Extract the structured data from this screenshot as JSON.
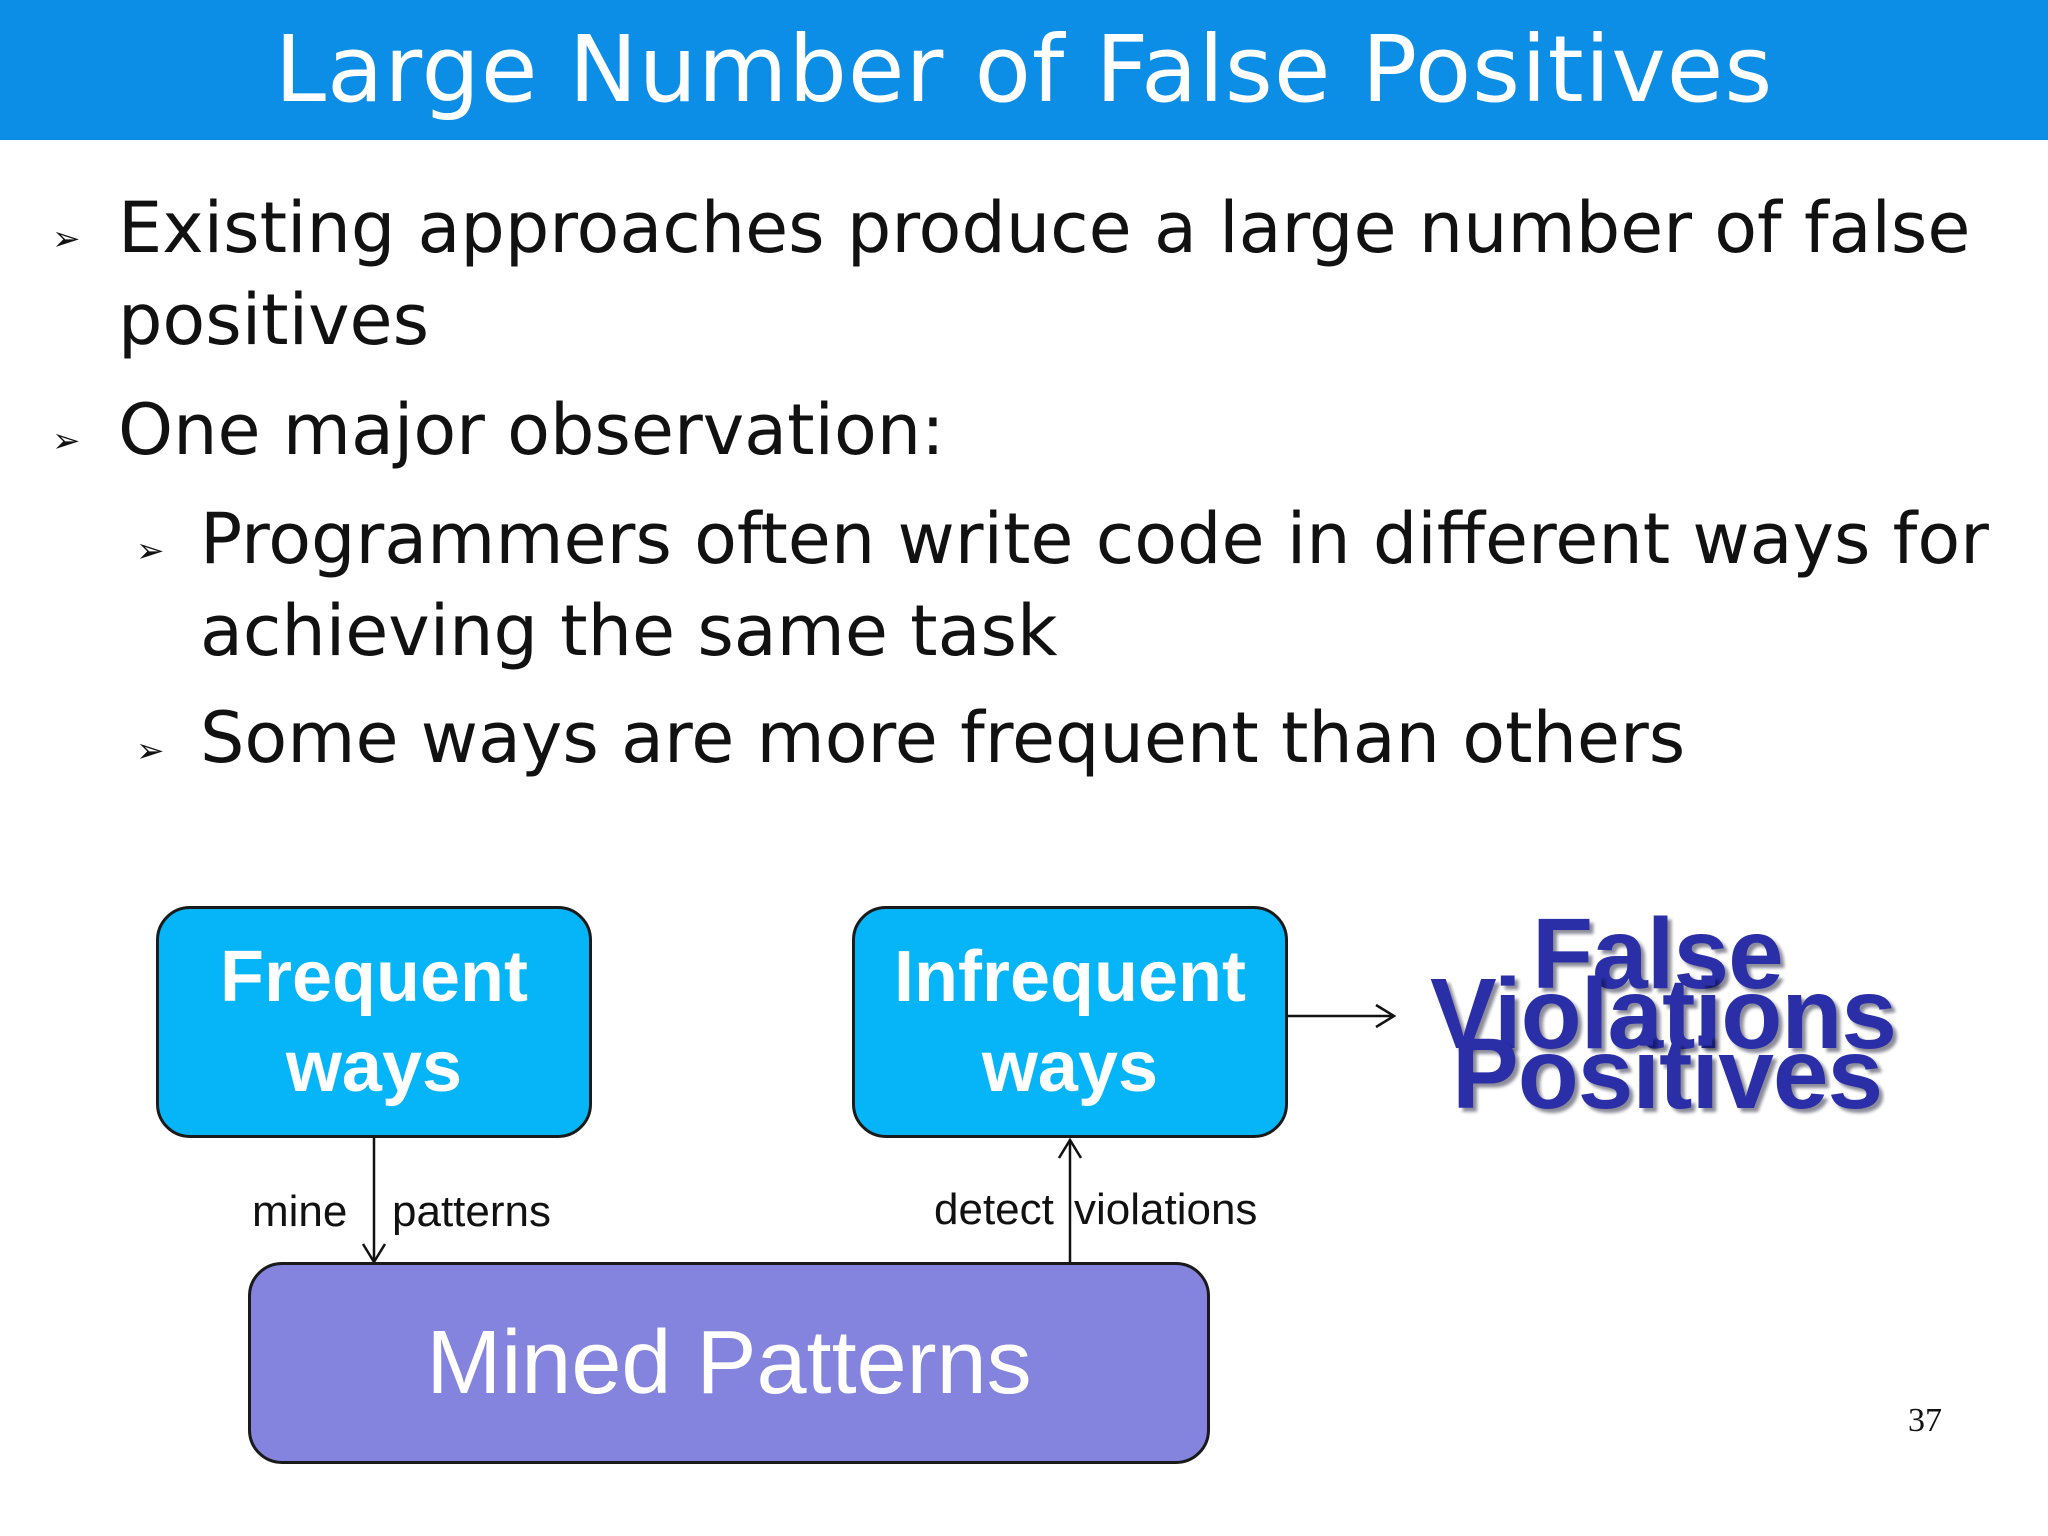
{
  "slide": {
    "title": "Large Number of False Positives",
    "bullets": [
      {
        "marker": "➢",
        "lines": [
          "Existing approaches produce a large number of false",
          "positives"
        ]
      },
      {
        "marker": "➢",
        "lines": [
          "One major observation:"
        ]
      }
    ],
    "sub_bullets": [
      {
        "marker": "➢",
        "lines": [
          "Programmers often write code in different ways for",
          "achieving the same task"
        ]
      },
      {
        "marker": "➢",
        "lines": [
          "Some ways are more frequent than others"
        ]
      }
    ],
    "page_number": "37"
  },
  "diagram": {
    "frequent_box": {
      "line1": "Frequent",
      "line2": "ways"
    },
    "infrequent_box": {
      "line1": "Infrequent",
      "line2": "ways"
    },
    "mined_box": {
      "label": "Mined Patterns"
    },
    "edge_labels": {
      "mine": "mine",
      "patterns": "patterns",
      "detect": "detect",
      "violations": "violations"
    },
    "word_art": {
      "word1": "False",
      "word2": "Violations",
      "word3": "Positives"
    },
    "colors": {
      "title_bar": "#0d8ee6",
      "blue_box": "#05b5f7",
      "purple_box": "#8484df",
      "word_art": "#2a2fa8"
    }
  }
}
